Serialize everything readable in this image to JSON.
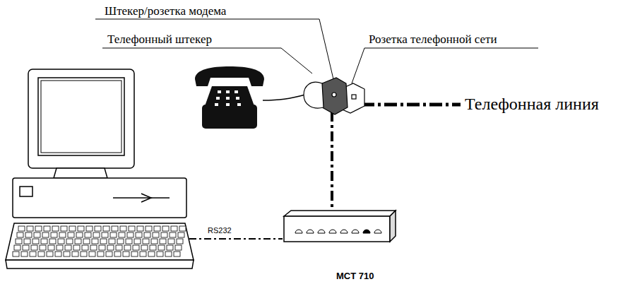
{
  "diagram": {
    "labels": [
      "Штекер/розетка модема",
      "Телефонный штекер",
      "Розетка телефонной сети",
      "Телефонная линия",
      "RS232",
      "MCT 710"
    ]
  }
}
